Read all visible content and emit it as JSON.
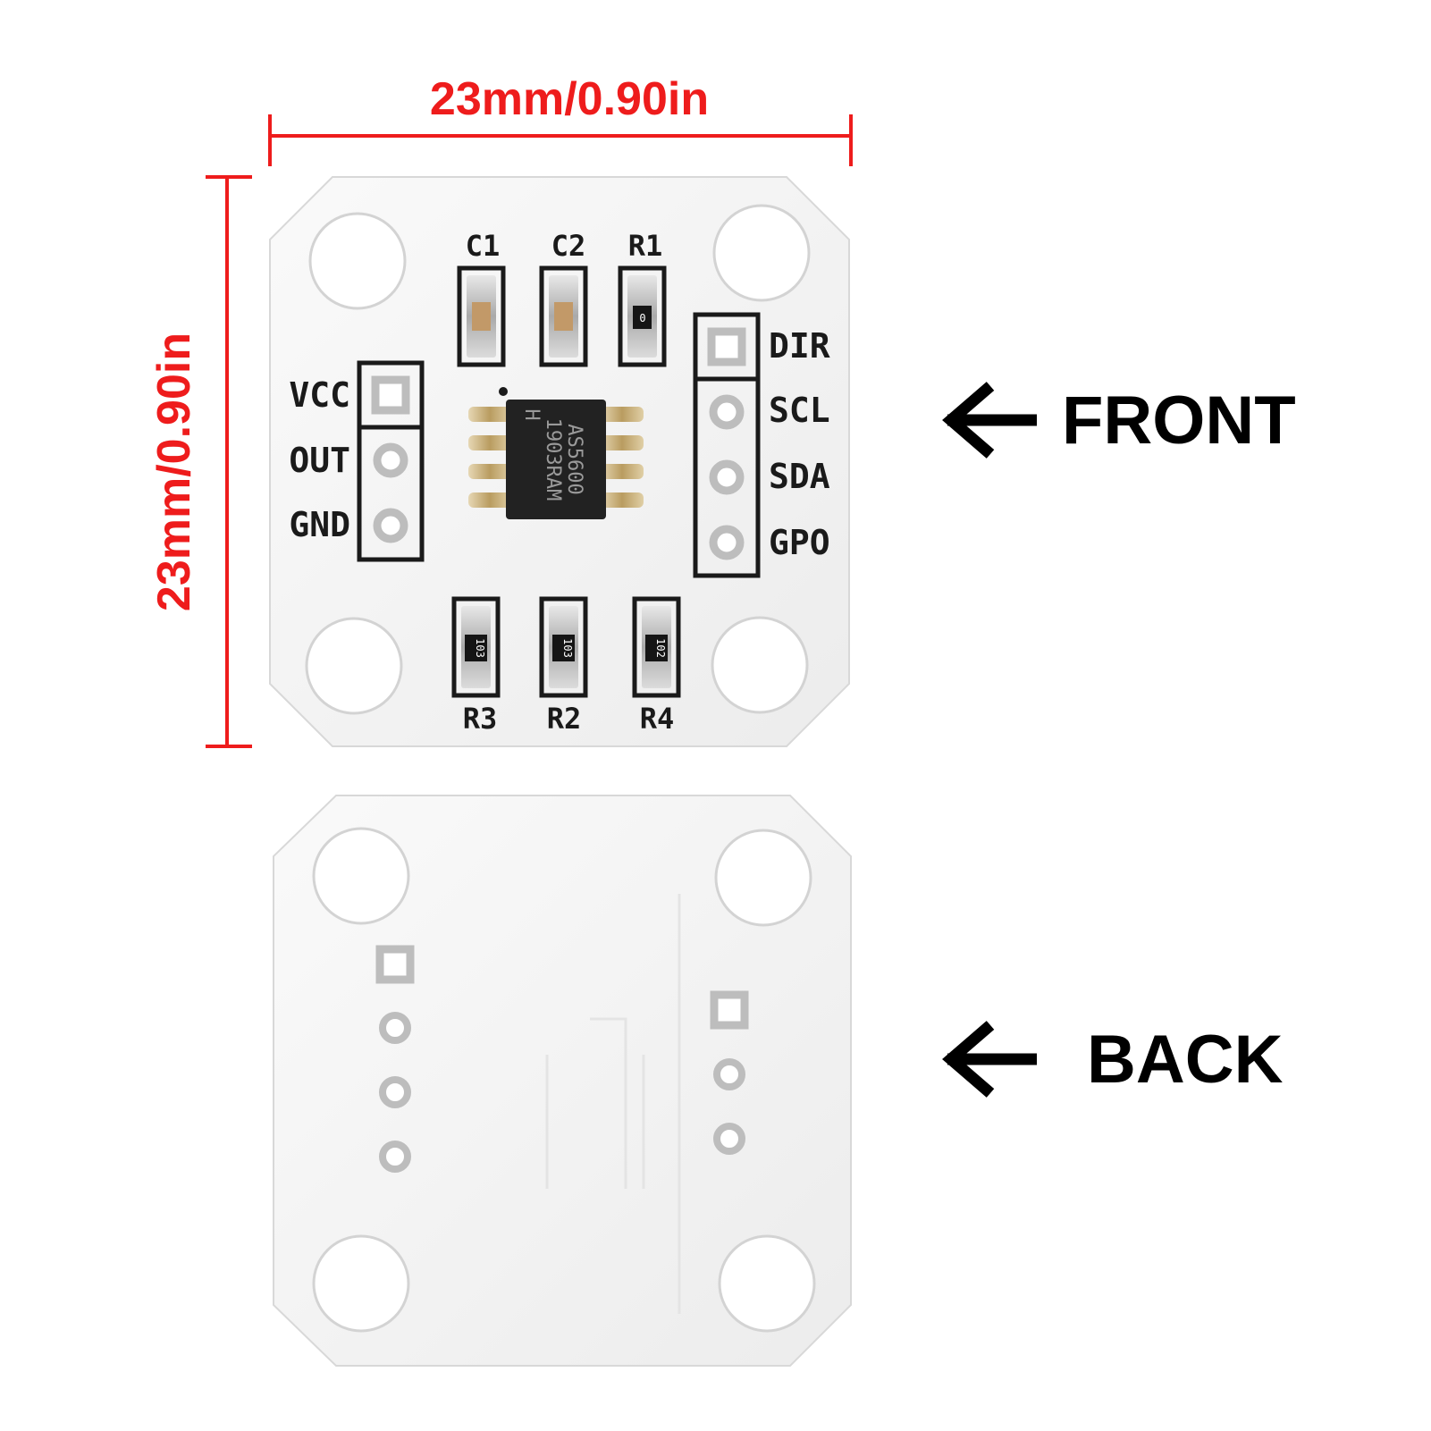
{
  "dimensions": {
    "width_label": "23mm/0.90in",
    "height_label": "23mm/0.90in",
    "color": "#ee1c1c"
  },
  "front": {
    "side_label": "FRONT",
    "left_pins": [
      "VCC",
      "OUT",
      "GND"
    ],
    "right_pins": [
      "DIR",
      "SCL",
      "SDA",
      "GPO"
    ],
    "top_components": [
      "C1",
      "C2",
      "R1"
    ],
    "bottom_components": [
      "R3",
      "R2",
      "R4"
    ],
    "chip_marking": [
      "AS5600",
      "1903RAM",
      "H"
    ],
    "r1_marking": "0",
    "resistor_markings": [
      "103",
      "103",
      "102"
    ]
  },
  "back": {
    "side_label": "BACK"
  },
  "colors": {
    "board": "#f4f5f4",
    "board_edge": "#dcdcdc",
    "silkscreen": "#1a1a1a",
    "chip": "#222222",
    "solder": "#c9a96a",
    "label": "#000000"
  }
}
